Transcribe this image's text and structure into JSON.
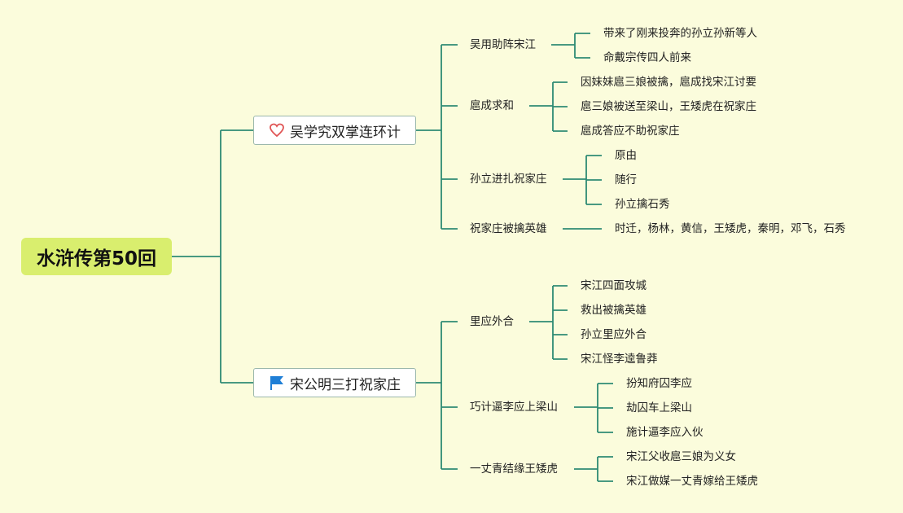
{
  "root": {
    "label": "水浒传第50回"
  },
  "branches": [
    {
      "label": "吴学究双掌连环计",
      "icon": "heart-icon",
      "children": [
        {
          "label": "吴用助阵宋江",
          "children": [
            "带来了刚来投奔的孙立孙新等人",
            "命戴宗传四人前来"
          ]
        },
        {
          "label": "扈成求和",
          "children": [
            "因妹妹扈三娘被擒，扈成找宋江讨要",
            "扈三娘被送至梁山，王矮虎在祝家庄",
            "扈成答应不助祝家庄"
          ]
        },
        {
          "label": "孙立进扎祝家庄",
          "children": [
            "原由",
            "随行",
            "孙立擒石秀"
          ]
        },
        {
          "label": "祝家庄被擒英雄",
          "children": [
            "时迁，杨林，黄信，王矮虎，秦明，邓飞，石秀"
          ]
        }
      ]
    },
    {
      "label": "宋公明三打祝家庄",
      "icon": "flag-icon",
      "children": [
        {
          "label": "里应外合",
          "children": [
            "宋江四面攻城",
            "救出被擒英雄",
            "孙立里应外合",
            "宋江怪李逵鲁莽"
          ]
        },
        {
          "label": "巧计逼李应上梁山",
          "children": [
            "扮知府囚李应",
            "劫囚车上梁山",
            "施计逼李应入伙"
          ]
        },
        {
          "label": "一丈青结缘王矮虎",
          "children": [
            "宋江父收扈三娘为义女",
            "宋江做媒一丈青嫁给王矮虎"
          ]
        }
      ]
    }
  ],
  "colors": {
    "line": "#2e8b74",
    "root_bg": "#d9ee6e",
    "background": "#fbfcdc",
    "heart": "#e05555",
    "flag": "#1f7fd6"
  }
}
